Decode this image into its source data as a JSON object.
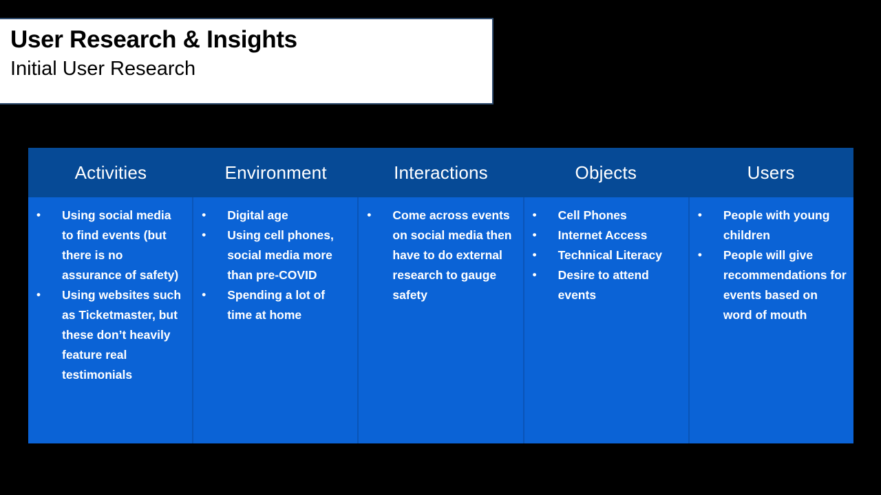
{
  "slide": {
    "title": "User Research & Insights",
    "subtitle": "Initial User Research",
    "background_color": "#000000",
    "title_band_color": "#FFFFFF",
    "title_text_color": "#000000"
  },
  "table": {
    "header_background": "#064A96",
    "body_background": "#0B63D6",
    "divider_color": "#0A55B8",
    "text_color": "#FFFFFF",
    "columns": [
      {
        "header": "Activities",
        "items": [
          "Using social media to find events (but there is no assurance of safety)",
          "Using websites such as Ticketmaster, but these don’t heavily feature real testimonials"
        ]
      },
      {
        "header": "Environment",
        "items": [
          "Digital age",
          "Using cell phones, social media more than pre-COVID",
          "Spending a lot of time at home"
        ]
      },
      {
        "header": "Interactions",
        "items": [
          "Come across events on social media then have to do external research to gauge safety"
        ]
      },
      {
        "header": "Objects",
        "items": [
          "Cell Phones",
          "Internet Access",
          "Technical Literacy",
          "Desire to attend events"
        ]
      },
      {
        "header": "Users",
        "items": [
          "People with young children",
          "People will give recommendations for events based on word of mouth"
        ]
      }
    ]
  }
}
